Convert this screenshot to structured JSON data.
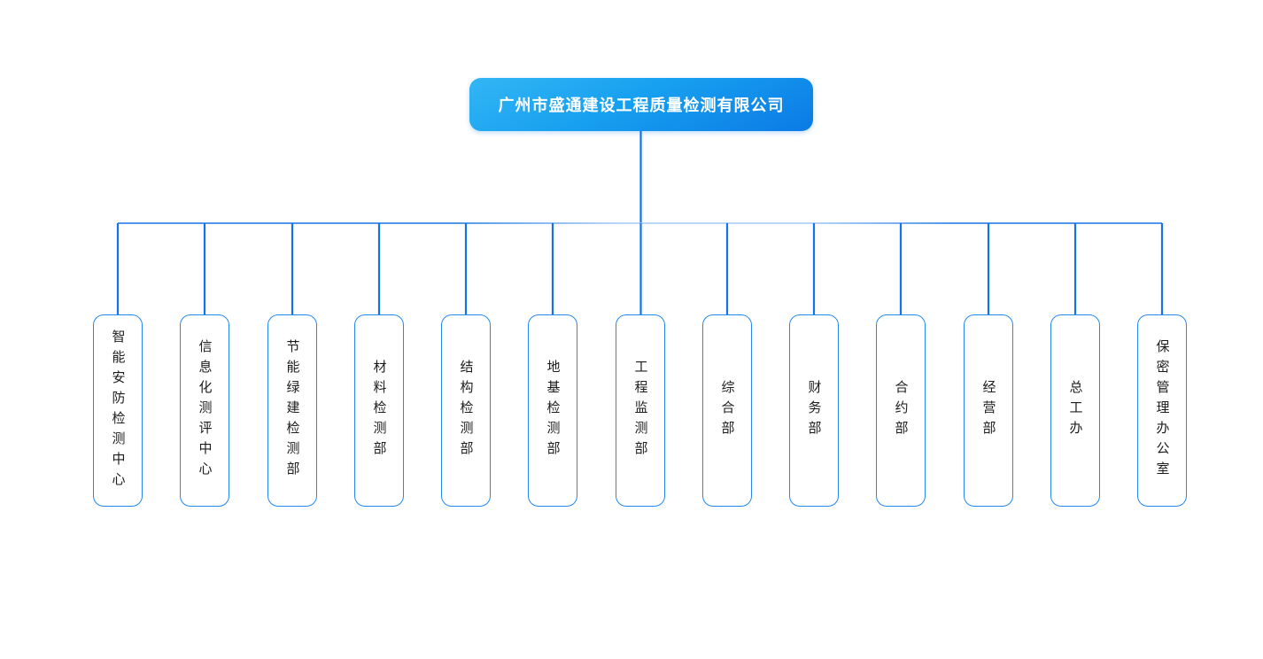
{
  "root": {
    "label": "广州市盛通建设工程质量检测有限公司"
  },
  "departments": [
    {
      "label": "智能安防检测中心"
    },
    {
      "label": "信息化测评中心"
    },
    {
      "label": "节能绿建检测部"
    },
    {
      "label": "材料检测部"
    },
    {
      "label": "结构检测部"
    },
    {
      "label": "地基检测部"
    },
    {
      "label": "工程监测部"
    },
    {
      "label": "综合部"
    },
    {
      "label": "财务部"
    },
    {
      "label": "合约部"
    },
    {
      "label": "经营部"
    },
    {
      "label": "总工办"
    },
    {
      "label": "保密管理办公室"
    }
  ],
  "colors": {
    "connector_line": "#1373e8",
    "connector_line_faded": "#a6c9f4",
    "root_gradient_start": "#33b6f4",
    "root_gradient_end": "#0b7ae5",
    "root_text": "#ffffff",
    "dept_border": "#2389f0",
    "dept_text": "#1d1d1d",
    "background": "#ffffff"
  }
}
